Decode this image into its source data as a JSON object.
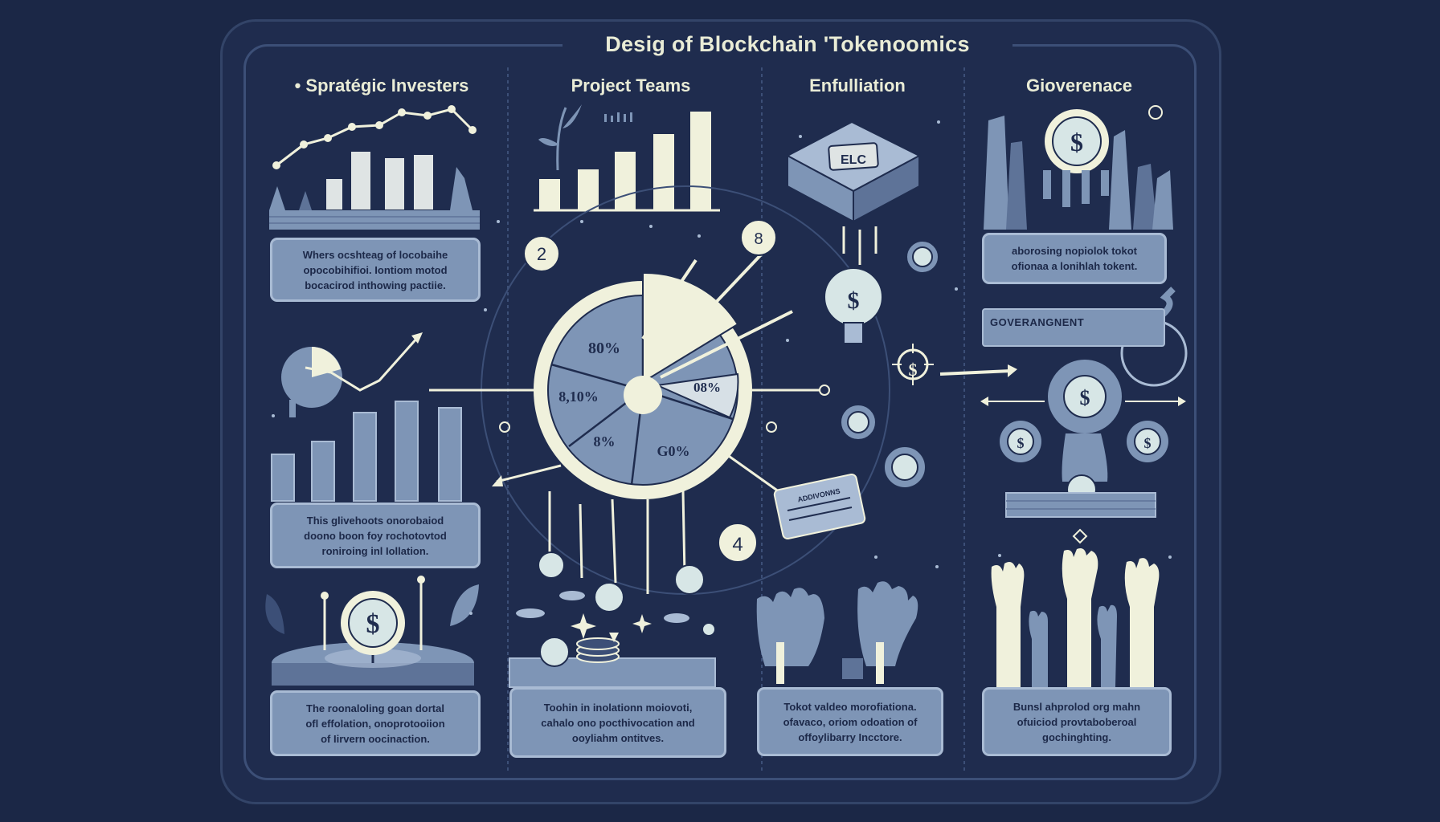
{
  "title": "Desig of Blockchain 'Tokenoomics",
  "columns": [
    {
      "label": "•  Spratégic Investers"
    },
    {
      "label": "Project Teams"
    },
    {
      "label": "Enfulliation"
    },
    {
      "label": "Gioverenace"
    }
  ],
  "panels": {
    "investors_top": [
      "Whers ocshteag of locobaihe",
      "opocobihifioi. Iontiom motod",
      "bocacirod inthowing pactiie."
    ],
    "investors_mid": [
      "This glivehoots onorobaiod",
      "doono boon foy rochotovtod",
      "roniroing inl Iollation."
    ],
    "investors_bottom": [
      "The roonaloling goan dortal",
      "ofl effolation, onoprotooiion",
      "of Iirvern oocinaction."
    ],
    "teams_bottom": [
      "Toohin in inolationn moiovoti,",
      "cahalo ono pocthivocation and",
      "ooyliahm ontitves."
    ],
    "inflation_bottom": [
      "Tokot valdeo morofiationa.",
      "ofavaco, oriom odoation of",
      "offoylibarry Incctore."
    ],
    "governance_top": [
      "aborosing nopiolok tokot",
      "ofionaa a lonihlah tokent."
    ],
    "governance_bottom": [
      "Bunsl ahprolod org mahn",
      "ofuiciod provtaboberoal",
      "gochinghting."
    ]
  },
  "governance_banner": {
    "label": "GOVERANGNENT"
  },
  "token_chip": {
    "label": "ELC"
  },
  "card": {
    "label": "ADDIVONNS"
  },
  "pie": {
    "segment_labels": [
      "80%",
      "8,10%",
      "08%",
      "8%",
      "G0%"
    ]
  },
  "badges": [
    "2",
    "8",
    "4"
  ],
  "coin_symbol": "$",
  "colors": {
    "background": "#1b2746",
    "accent": "#7e95b6",
    "cream": "#f0f1dc",
    "text_dark": "#1c2848"
  }
}
